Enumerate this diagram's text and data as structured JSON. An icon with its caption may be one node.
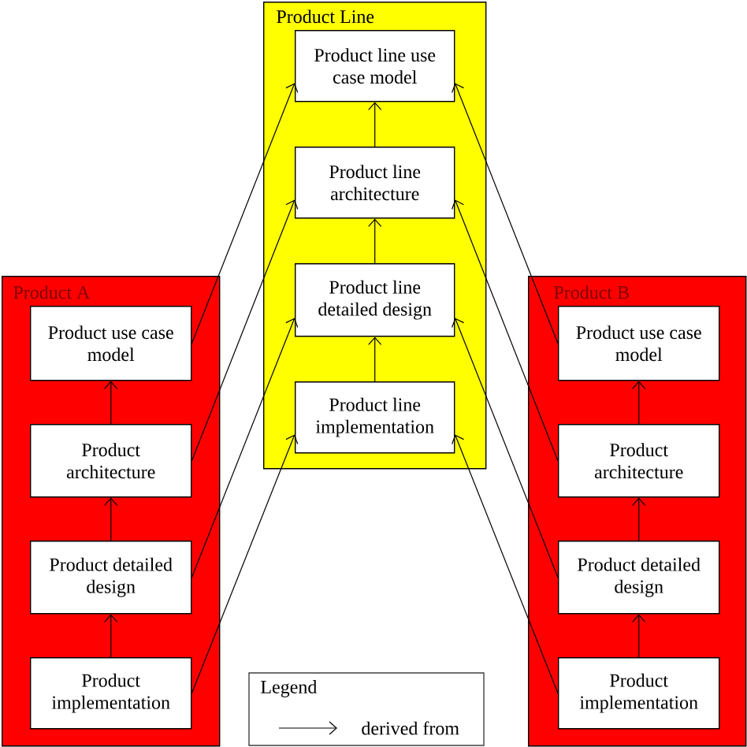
{
  "diagram": {
    "nodes": [
      {
        "text": [
          "Product Line"
        ]
      },
      {
        "text": [
          "Product line use case model"
        ],
        "in": 0
      },
      {
        "text": [
          "Product line architecture"
        ],
        "in": 0
      },
      {
        "text": [
          "Product line detailed design"
        ],
        "in": 0
      },
      {
        "text": [
          "Product line implementation"
        ],
        "in": 0
      },
      {
        "text": [
          "Product A"
        ]
      },
      {
        "text": [
          "Product use case model"
        ],
        "in": 5
      },
      {
        "text": [
          "Product architecture"
        ],
        "in": 5
      },
      {
        "text": [
          "Product detailed design"
        ],
        "in": 5
      },
      {
        "text": [
          "Product implementation"
        ],
        "in": 5
      },
      {
        "text": [
          "Product B"
        ]
      },
      {
        "text": [
          "Product use case model"
        ],
        "in": 10
      },
      {
        "text": [
          "Product architecture"
        ],
        "in": 10
      },
      {
        "text": [
          "Product detailed design"
        ],
        "in": 10
      },
      {
        "text": [
          "Product implementation"
        ],
        "in": 10
      }
    ],
    "edges": [
      {
        "from": 4,
        "to": 3,
        "arrow": "to"
      },
      {
        "from": 3,
        "to": 2,
        "arrow": "to"
      },
      {
        "from": 2,
        "to": 1,
        "arrow": "to"
      },
      {
        "from": 9,
        "to": 8,
        "arrow": "to"
      },
      {
        "from": 8,
        "to": 7,
        "arrow": "to"
      },
      {
        "from": 7,
        "to": 6,
        "arrow": "to"
      },
      {
        "from": 14,
        "to": 13,
        "arrow": "to"
      },
      {
        "from": 13,
        "to": 12,
        "arrow": "to"
      },
      {
        "from": 12,
        "to": 11,
        "arrow": "to"
      },
      {
        "from": 6,
        "to": 1,
        "arrow": "to"
      },
      {
        "from": 7,
        "to": 2,
        "arrow": "to"
      },
      {
        "from": 8,
        "to": 3,
        "arrow": "to"
      },
      {
        "from": 9,
        "to": 4,
        "arrow": "to"
      },
      {
        "from": 11,
        "to": 1,
        "arrow": "to"
      },
      {
        "from": 12,
        "to": 2,
        "arrow": "to"
      },
      {
        "from": 13,
        "to": 3,
        "arrow": "to"
      },
      {
        "from": 14,
        "to": 4,
        "arrow": "to"
      }
    ],
    "labels": [
      "Legend"
    ],
    "legend": [
      {
        "text": "derived from"
      }
    ]
  }
}
